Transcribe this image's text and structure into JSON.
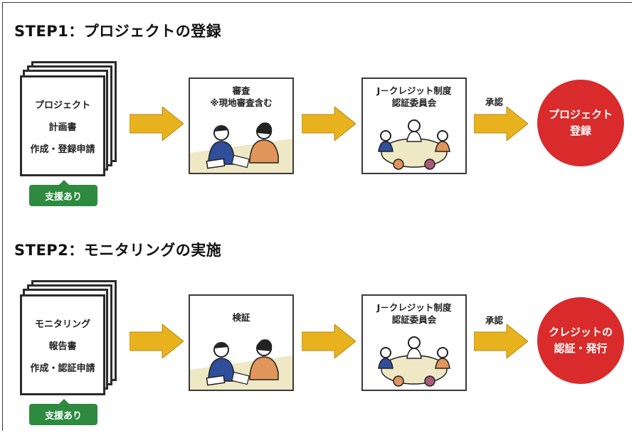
{
  "steps": [
    {
      "title": "STEP1：プロジェクトの登録",
      "document": [
        "プロジェクト",
        "計画書",
        "作成・登録申請"
      ],
      "support": "支援あり",
      "review": [
        "審査",
        "※現地審査含む"
      ],
      "committee": [
        "J－クレジット制度",
        "認証委員会"
      ],
      "approval": "承認",
      "result": [
        "プロジェクト",
        "登録"
      ]
    },
    {
      "title": "STEP2：モニタリングの実施",
      "document": [
        "モニタリング",
        "報告書",
        "作成・認証申請"
      ],
      "support": "支援あり",
      "review": [
        "検証"
      ],
      "committee": [
        "J－クレジット制度",
        "認証委員会"
      ],
      "approval": "承認",
      "result": [
        "クレジットの",
        "認証・発行"
      ]
    }
  ],
  "colors": {
    "arrow": "#e8b21f",
    "support": "#2d8a3e",
    "result": "#d92b2b",
    "table": "#efe8c4"
  }
}
